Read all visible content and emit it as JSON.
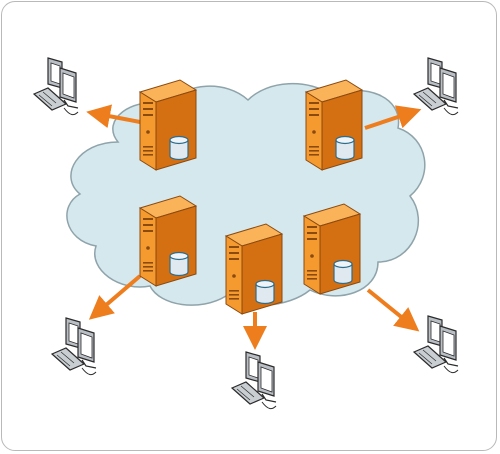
{
  "diagram": {
    "kind": "content-delivery-network",
    "cloud": {
      "fill": "#d5e8ee",
      "stroke": "#8fa3aa"
    },
    "servers": [
      {
        "id": "server-top-left"
      },
      {
        "id": "server-top-right"
      },
      {
        "id": "server-mid-left"
      },
      {
        "id": "server-bottom-center"
      },
      {
        "id": "server-bottom-right"
      }
    ],
    "clients": [
      {
        "id": "client-top-left"
      },
      {
        "id": "client-top-right"
      },
      {
        "id": "client-bottom-left"
      },
      {
        "id": "client-bottom-center"
      },
      {
        "id": "client-bottom-right"
      }
    ],
    "connections": [
      {
        "from": "server-top-left",
        "to": "client-top-left"
      },
      {
        "from": "server-top-right",
        "to": "client-top-right"
      },
      {
        "from": "server-mid-left",
        "to": "client-bottom-left"
      },
      {
        "from": "server-bottom-center",
        "to": "client-bottom-center"
      },
      {
        "from": "server-bottom-right",
        "to": "client-bottom-right"
      }
    ],
    "colors": {
      "server_front": "#f59a2f",
      "server_side": "#d46f12",
      "server_top": "#fbb35a",
      "server_stroke": "#8a4a10",
      "arrow": "#ee7d1e",
      "database": "#dfe9ef",
      "monitor_frame": "#b9bfc5",
      "monitor_screen": "#ffffff",
      "keyboard": "#c9ced3"
    },
    "icons": [
      "server-icon",
      "database-icon",
      "desktop-computer-icon",
      "arrow-icon",
      "cloud-shape"
    ]
  }
}
